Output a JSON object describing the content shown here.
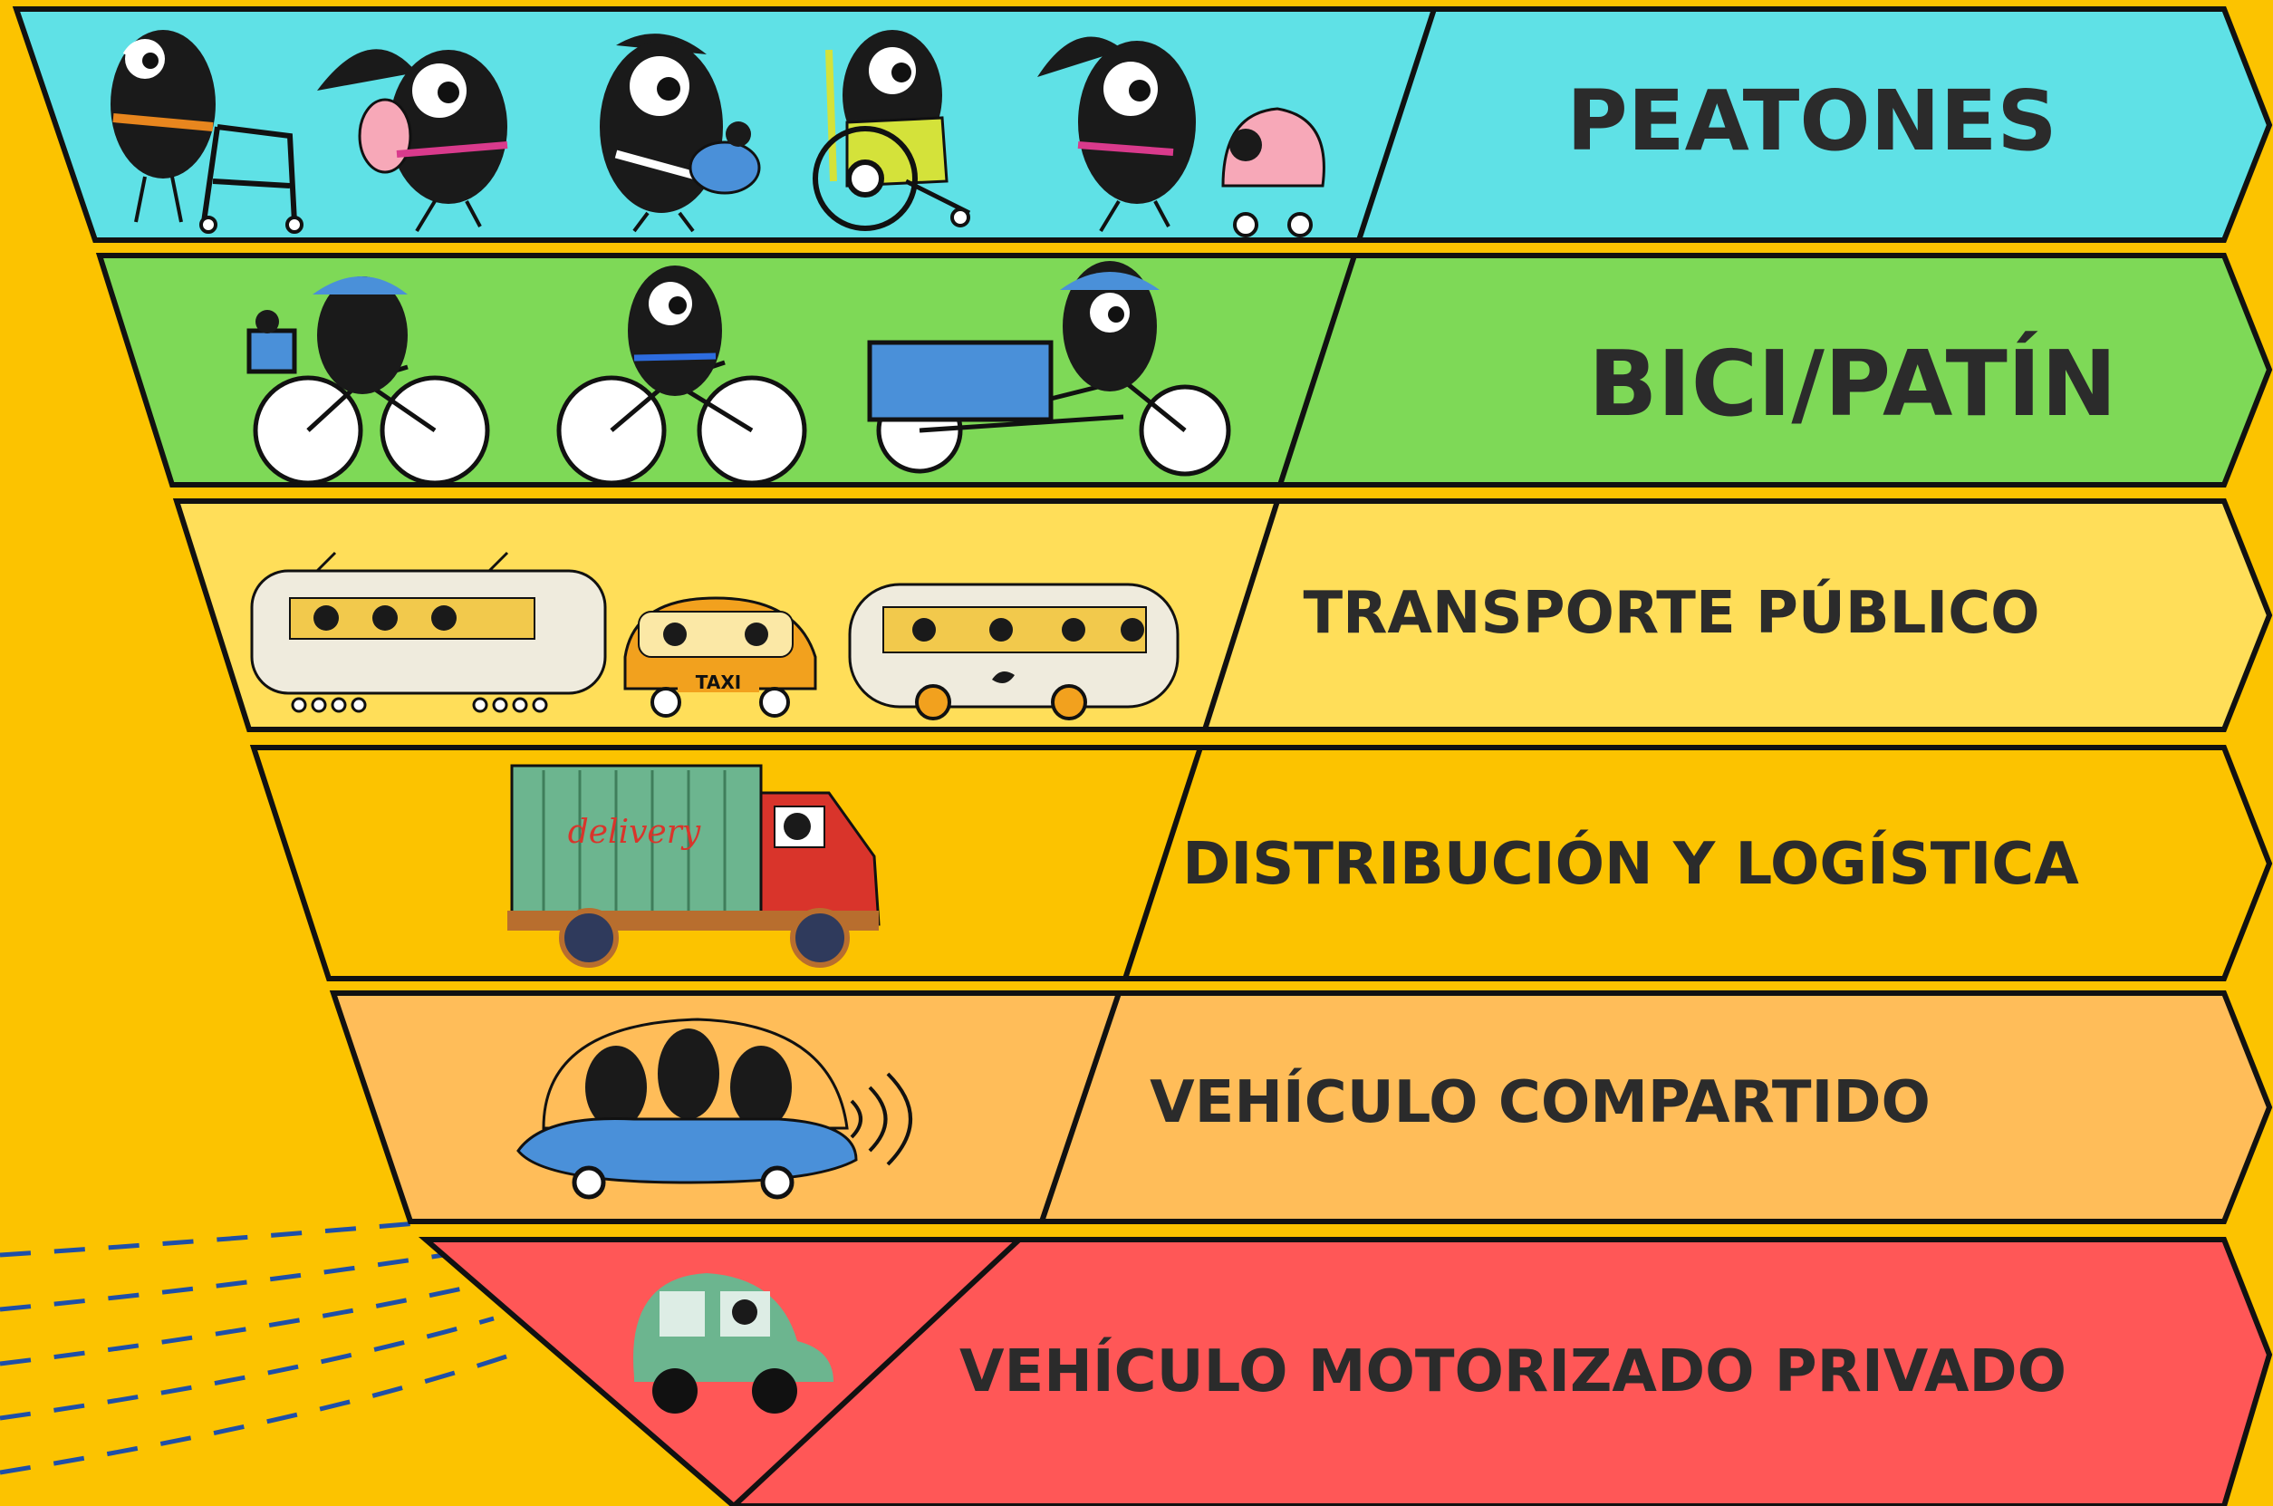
{
  "title": "",
  "colors": {
    "background": "#FCC300",
    "outline": "#111111",
    "ink": "#2b2b2b",
    "dash": "#1E4FA8"
  },
  "levels": [
    {
      "label": "PEATONES",
      "color": "#5FE1E6",
      "illustration": [
        "elderly-walker-figure",
        "backpack-walker-figure",
        "baby-carrier-figure",
        "wheelchair-user-figure",
        "stroller-figure"
      ]
    },
    {
      "label": "BICI/PATÍN",
      "color": "#7ED957",
      "illustration": [
        "child-seat-bicycle",
        "bicycle",
        "cargo-bicycle"
      ]
    },
    {
      "label": "TRANSPORTE PÚBLICO",
      "color": "#FFDE59",
      "illustration": [
        "tram",
        "taxi",
        "eco-bus"
      ],
      "taxi_sign": "TAXI"
    },
    {
      "label": "DISTRIBUCIÓN Y LOGÍSTICA",
      "color": "#FCC300",
      "illustration": [
        "delivery-truck"
      ],
      "truck_sign": "delivery"
    },
    {
      "label": "VEHÍCULO COMPARTIDO",
      "color": "#FFBD59",
      "illustration": [
        "shared-car"
      ]
    },
    {
      "label": "VEHÍCULO MOTORIZADO PRIVADO",
      "color": "#FF5757",
      "illustration": [
        "private-car"
      ]
    }
  ]
}
